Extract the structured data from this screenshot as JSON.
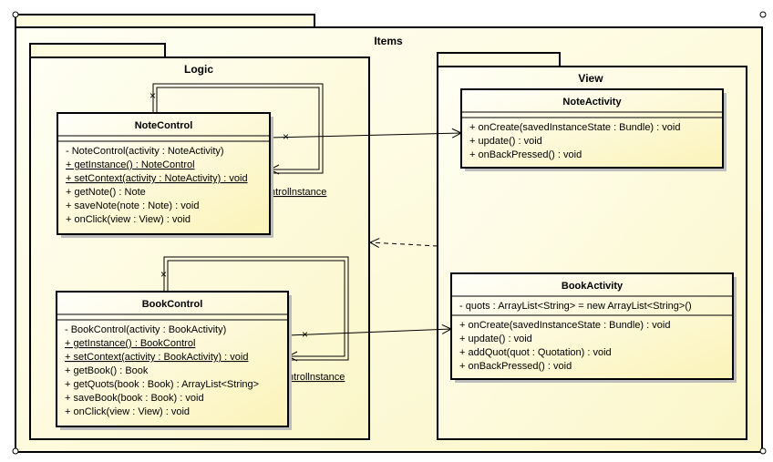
{
  "packages": {
    "items": {
      "title": "Items"
    },
    "logic": {
      "title": "Logic"
    },
    "view": {
      "title": "View"
    }
  },
  "classes": {
    "note_control": {
      "name": "NoteControl",
      "operations": [
        {
          "text": "- NoteControl(activity : NoteActivity)",
          "static": false
        },
        {
          "text": "+ getInstance() : NoteControl",
          "static": true
        },
        {
          "text": "+ setContext(activity : NoteActivity) : void",
          "static": true
        },
        {
          "text": "+ getNote() : Note",
          "static": false
        },
        {
          "text": "+ saveNote(note : Note) : void",
          "static": false
        },
        {
          "text": "+ onClick(view : View) : void",
          "static": false
        }
      ]
    },
    "book_control": {
      "name": "BookControl",
      "operations": [
        {
          "text": "- BookControl(activity : BookActivity)",
          "static": false
        },
        {
          "text": "+ getInstance() : BookControl",
          "static": true
        },
        {
          "text": "+ setContext(activity : BookActivity) : void",
          "static": true
        },
        {
          "text": "+ getBook() : Book",
          "static": false
        },
        {
          "text": "+ getQuots(book : Book) : ArrayList<String>",
          "static": false
        },
        {
          "text": "+ saveBook(book : Book) : void",
          "static": false
        },
        {
          "text": "+ onClick(view : View) : void",
          "static": false
        }
      ]
    },
    "note_activity": {
      "name": "NoteActivity",
      "operations": [
        {
          "text": "+ onCreate(savedInstanceState : Bundle) : void",
          "static": false
        },
        {
          "text": "+ update() : void",
          "static": false
        },
        {
          "text": "+ onBackPressed() : void",
          "static": false
        }
      ]
    },
    "book_activity": {
      "name": "BookActivity",
      "attributes": [
        {
          "text": "- quots : ArrayList<String> = new ArrayList<String>()",
          "static": false
        }
      ],
      "operations": [
        {
          "text": "+ onCreate(savedInstanceState : Bundle) : void",
          "static": false
        },
        {
          "text": "+ update() : void",
          "static": false
        },
        {
          "text": "+ addQuot(quot : Quotation) : void",
          "static": false
        },
        {
          "text": "+ onBackPressed() : void",
          "static": false
        }
      ]
    }
  },
  "relations": {
    "note_self_role": "ntrollnstance",
    "book_self_role": "ntrollnstance"
  }
}
